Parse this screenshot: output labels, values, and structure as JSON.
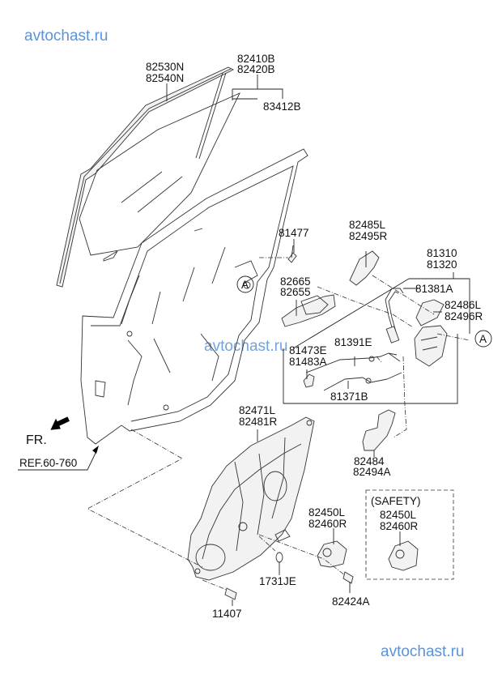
{
  "watermark": {
    "top": "avtochast.ru",
    "middle": "avtochast.ru",
    "bottom": "avtochast.ru",
    "color": "#5b93d8"
  },
  "direction": {
    "label": "FR.",
    "icon": "arrow-front-icon"
  },
  "reference": {
    "label": "REF.60-760"
  },
  "callout": {
    "letter": "A"
  },
  "safety": {
    "heading": "(SAFETY)",
    "codes": [
      "82450L",
      "82460R"
    ]
  },
  "parts": {
    "run_channel": [
      "82530N",
      "82540N"
    ],
    "glass": [
      "82410B",
      "82420B"
    ],
    "glass_sub": [
      "83412B"
    ],
    "bolt_81477": [
      "81477"
    ],
    "handle_bracket": [
      "82485L",
      "82495R"
    ],
    "latch": [
      "81310",
      "81320"
    ],
    "outer_handle": [
      "82665",
      "82655"
    ],
    "rod": [
      "81381A"
    ],
    "handle_cover": [
      "82486L",
      "82496R"
    ],
    "inside_handle": [
      "81473E",
      "81483A"
    ],
    "cable_upper": [
      "81391E"
    ],
    "cable_lower": [
      "81371B"
    ],
    "module_panel": [
      "82471L",
      "82481R"
    ],
    "latch_cover": [
      "82484",
      "82494A"
    ],
    "motor": [
      "82450L",
      "82460R"
    ],
    "plug": [
      "1731JE"
    ],
    "screw": [
      "82424A"
    ],
    "bolt_11407": [
      "11407"
    ]
  }
}
